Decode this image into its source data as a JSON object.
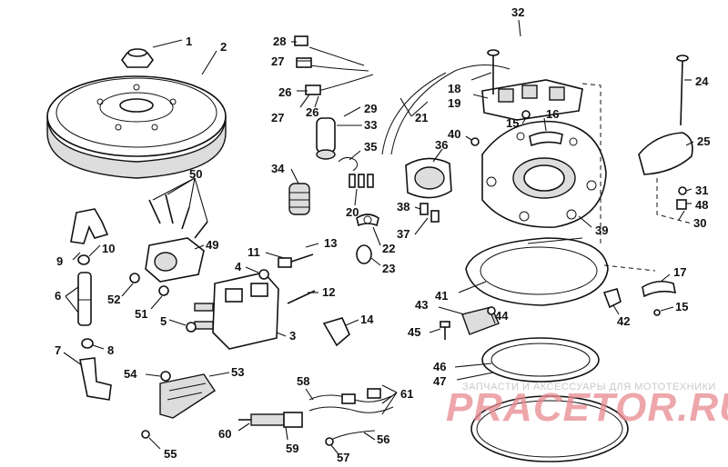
{
  "watermark": {
    "caption": "ЗАПЧАСТИ И АКСЕССУАРЫ ДЛЯ МОТОТЕХНИКИ",
    "brand": "PRACETOR.RU"
  },
  "callouts": [
    {
      "id": "c1",
      "text": "1"
    },
    {
      "id": "c2",
      "text": "2"
    },
    {
      "id": "c3",
      "text": "3"
    },
    {
      "id": "c4",
      "text": "4"
    },
    {
      "id": "c5",
      "text": "5"
    },
    {
      "id": "c6",
      "text": "6"
    },
    {
      "id": "c7",
      "text": "7"
    },
    {
      "id": "c8",
      "text": "8"
    },
    {
      "id": "c9",
      "text": "9"
    },
    {
      "id": "c10",
      "text": "10"
    },
    {
      "id": "c11",
      "text": "11"
    },
    {
      "id": "c12",
      "text": "12"
    },
    {
      "id": "c13",
      "text": "13"
    },
    {
      "id": "c14",
      "text": "14"
    },
    {
      "id": "c15a",
      "text": "15"
    },
    {
      "id": "c15b",
      "text": "15"
    },
    {
      "id": "c16",
      "text": "16"
    },
    {
      "id": "c17",
      "text": "17"
    },
    {
      "id": "c18",
      "text": "18"
    },
    {
      "id": "c19",
      "text": "19"
    },
    {
      "id": "c20",
      "text": "20"
    },
    {
      "id": "c21",
      "text": "21"
    },
    {
      "id": "c22",
      "text": "22"
    },
    {
      "id": "c23",
      "text": "23"
    },
    {
      "id": "c24",
      "text": "24"
    },
    {
      "id": "c25",
      "text": "25"
    },
    {
      "id": "c26a",
      "text": "26"
    },
    {
      "id": "c26b",
      "text": "26"
    },
    {
      "id": "c27a",
      "text": "27"
    },
    {
      "id": "c27b",
      "text": "27"
    },
    {
      "id": "c28",
      "text": "28"
    },
    {
      "id": "c29",
      "text": "29"
    },
    {
      "id": "c30",
      "text": "30"
    },
    {
      "id": "c31",
      "text": "31"
    },
    {
      "id": "c32",
      "text": "32"
    },
    {
      "id": "c33",
      "text": "33"
    },
    {
      "id": "c34",
      "text": "34"
    },
    {
      "id": "c35",
      "text": "35"
    },
    {
      "id": "c36",
      "text": "36"
    },
    {
      "id": "c37",
      "text": "37"
    },
    {
      "id": "c38",
      "text": "38"
    },
    {
      "id": "c39",
      "text": "39"
    },
    {
      "id": "c40",
      "text": "40"
    },
    {
      "id": "c41",
      "text": "41"
    },
    {
      "id": "c42",
      "text": "42"
    },
    {
      "id": "c43",
      "text": "43"
    },
    {
      "id": "c44",
      "text": "44"
    },
    {
      "id": "c45",
      "text": "45"
    },
    {
      "id": "c46",
      "text": "46"
    },
    {
      "id": "c47",
      "text": "47"
    },
    {
      "id": "c48",
      "text": "48"
    },
    {
      "id": "c49",
      "text": "49"
    },
    {
      "id": "c50",
      "text": "50"
    },
    {
      "id": "c51",
      "text": "51"
    },
    {
      "id": "c52",
      "text": "52"
    },
    {
      "id": "c53",
      "text": "53"
    },
    {
      "id": "c54",
      "text": "54"
    },
    {
      "id": "c55",
      "text": "55"
    },
    {
      "id": "c56",
      "text": "56"
    },
    {
      "id": "c57",
      "text": "57"
    },
    {
      "id": "c58",
      "text": "58"
    },
    {
      "id": "c59",
      "text": "59"
    },
    {
      "id": "c60",
      "text": "60"
    },
    {
      "id": "c61",
      "text": "61"
    }
  ]
}
